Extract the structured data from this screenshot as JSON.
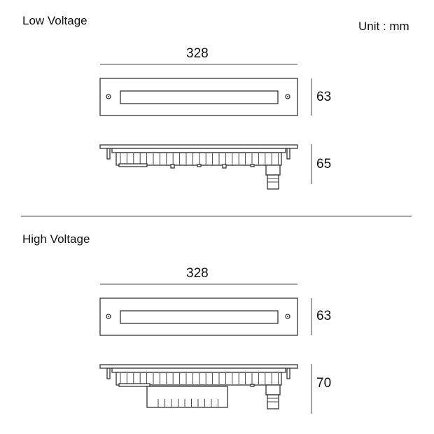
{
  "sections": [
    {
      "title": "Low Voltage",
      "width_label": "328",
      "front_height_label": "63",
      "side_height_label": "65"
    },
    {
      "title": "High Voltage",
      "width_label": "328",
      "front_height_label": "63",
      "side_height_label": "70"
    }
  ],
  "unit_label": "Unit : mm"
}
